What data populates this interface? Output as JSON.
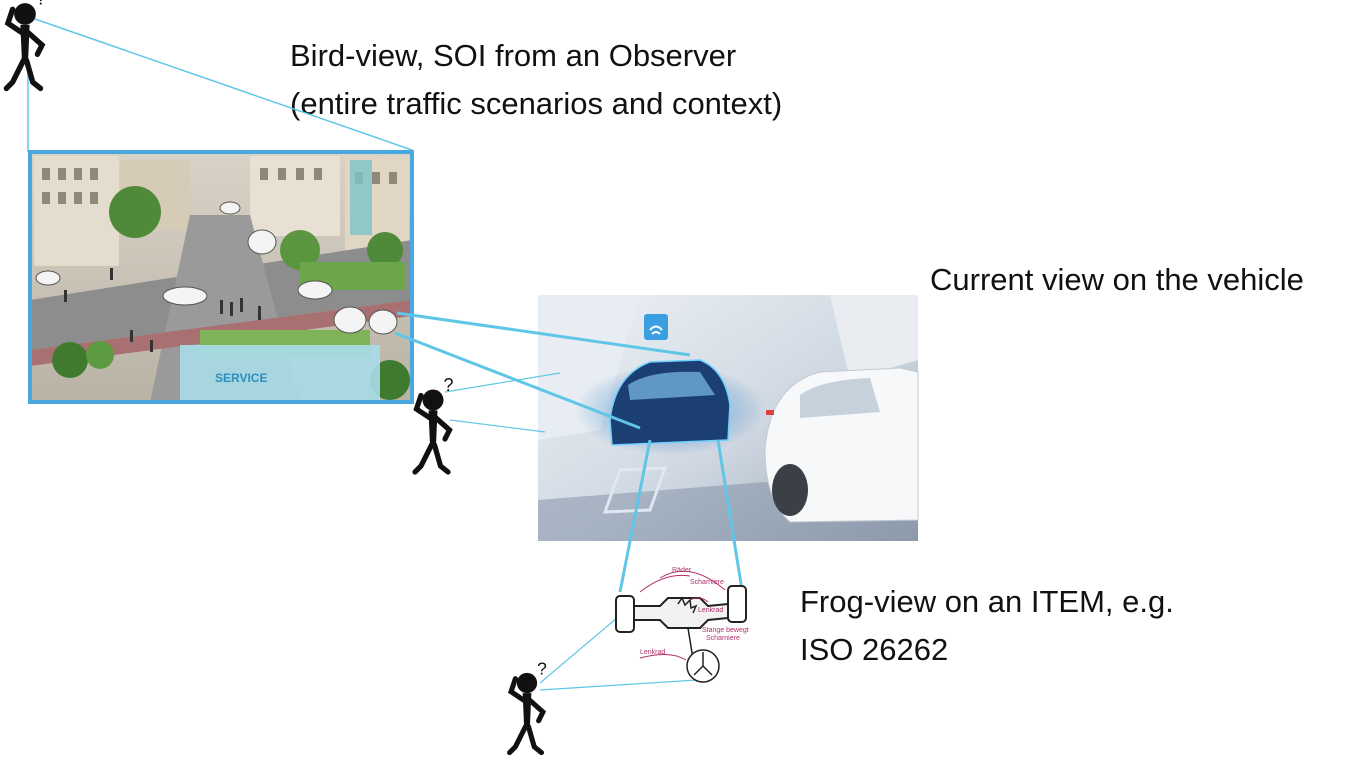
{
  "colors": {
    "connector": "#5fc6e8",
    "frame": "#4aa8e0",
    "observer": "#111111",
    "annotation": "#b0306a"
  },
  "labels": {
    "bird_view": "Bird-view, SOI from an Observer",
    "bird_view_sub": "(entire traffic scenarios and context)",
    "current_view": "Current view on the vehicle",
    "frog_view": "Frog-view on an ITEM, e.g.",
    "frog_view_sub": "ISO 26262"
  },
  "city_image": {
    "sign_text": "SERVICE"
  },
  "item_sketch": {
    "annotations": [
      "Räder",
      "Scharniere",
      "Lenkrad",
      "Stange bewegt",
      "Scharniere",
      "Lenkrad"
    ]
  },
  "observers": {
    "symbol": "?",
    "icon": "thinking-stick-figure-icon"
  }
}
